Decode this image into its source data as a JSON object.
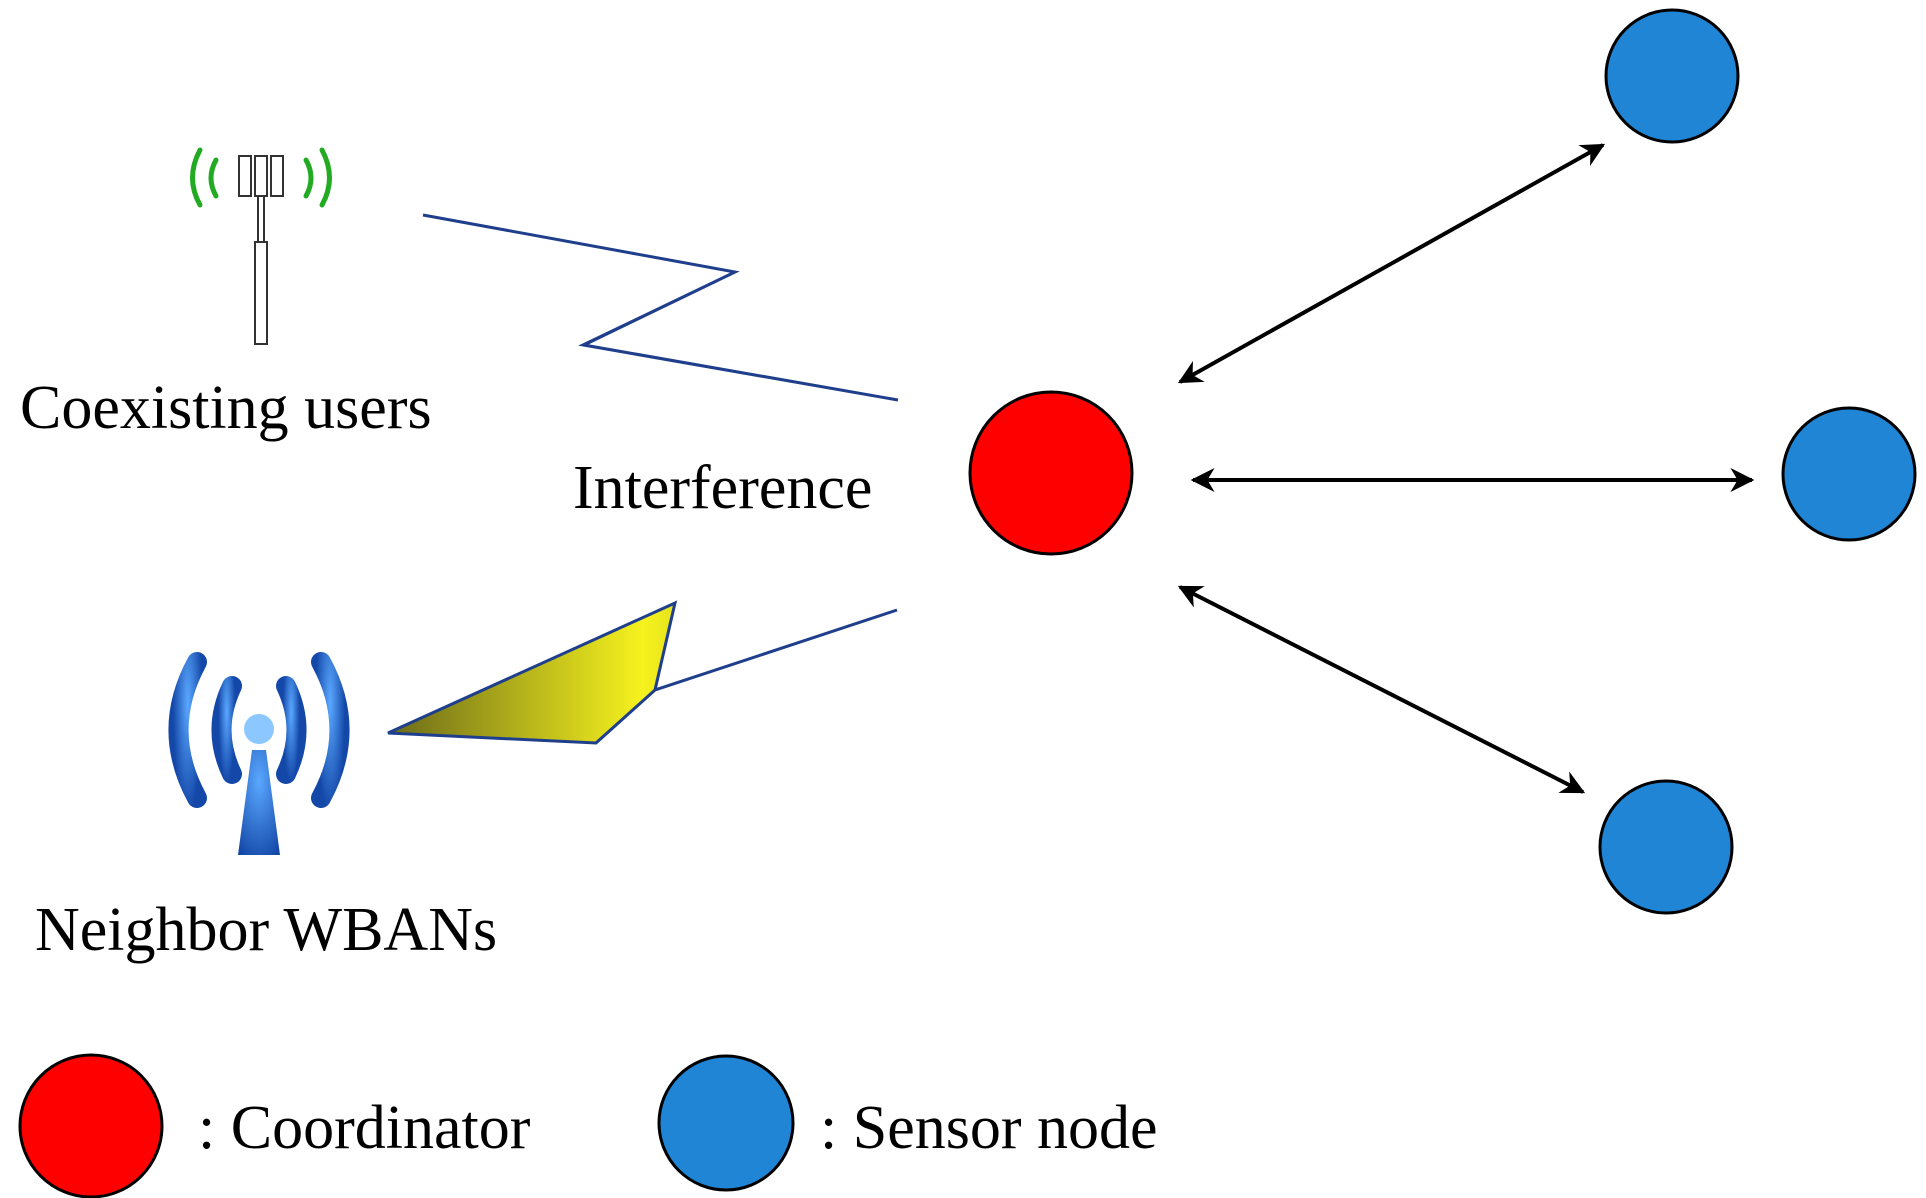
{
  "labels": {
    "coexisting_users": "Coexisting users",
    "interference": "Interference",
    "neighbor_wbans": "Neighbor WBANs"
  },
  "legend": {
    "coordinator": ": Coordinator",
    "sensor_node": ": Sensor node"
  },
  "icons": {
    "coexisting_users": "cell-tower-icon",
    "neighbor_wbans": "wireless-antenna-icon"
  },
  "colors": {
    "coordinator": "#ff0000",
    "sensor_node": "#2185d5",
    "lightning_fill": "#f2ee1c",
    "lightning_edge": "#1f3f8c",
    "signal_green": "#22aa22",
    "antenna_blue": "#1f6fd6",
    "arrow": "#000000"
  }
}
